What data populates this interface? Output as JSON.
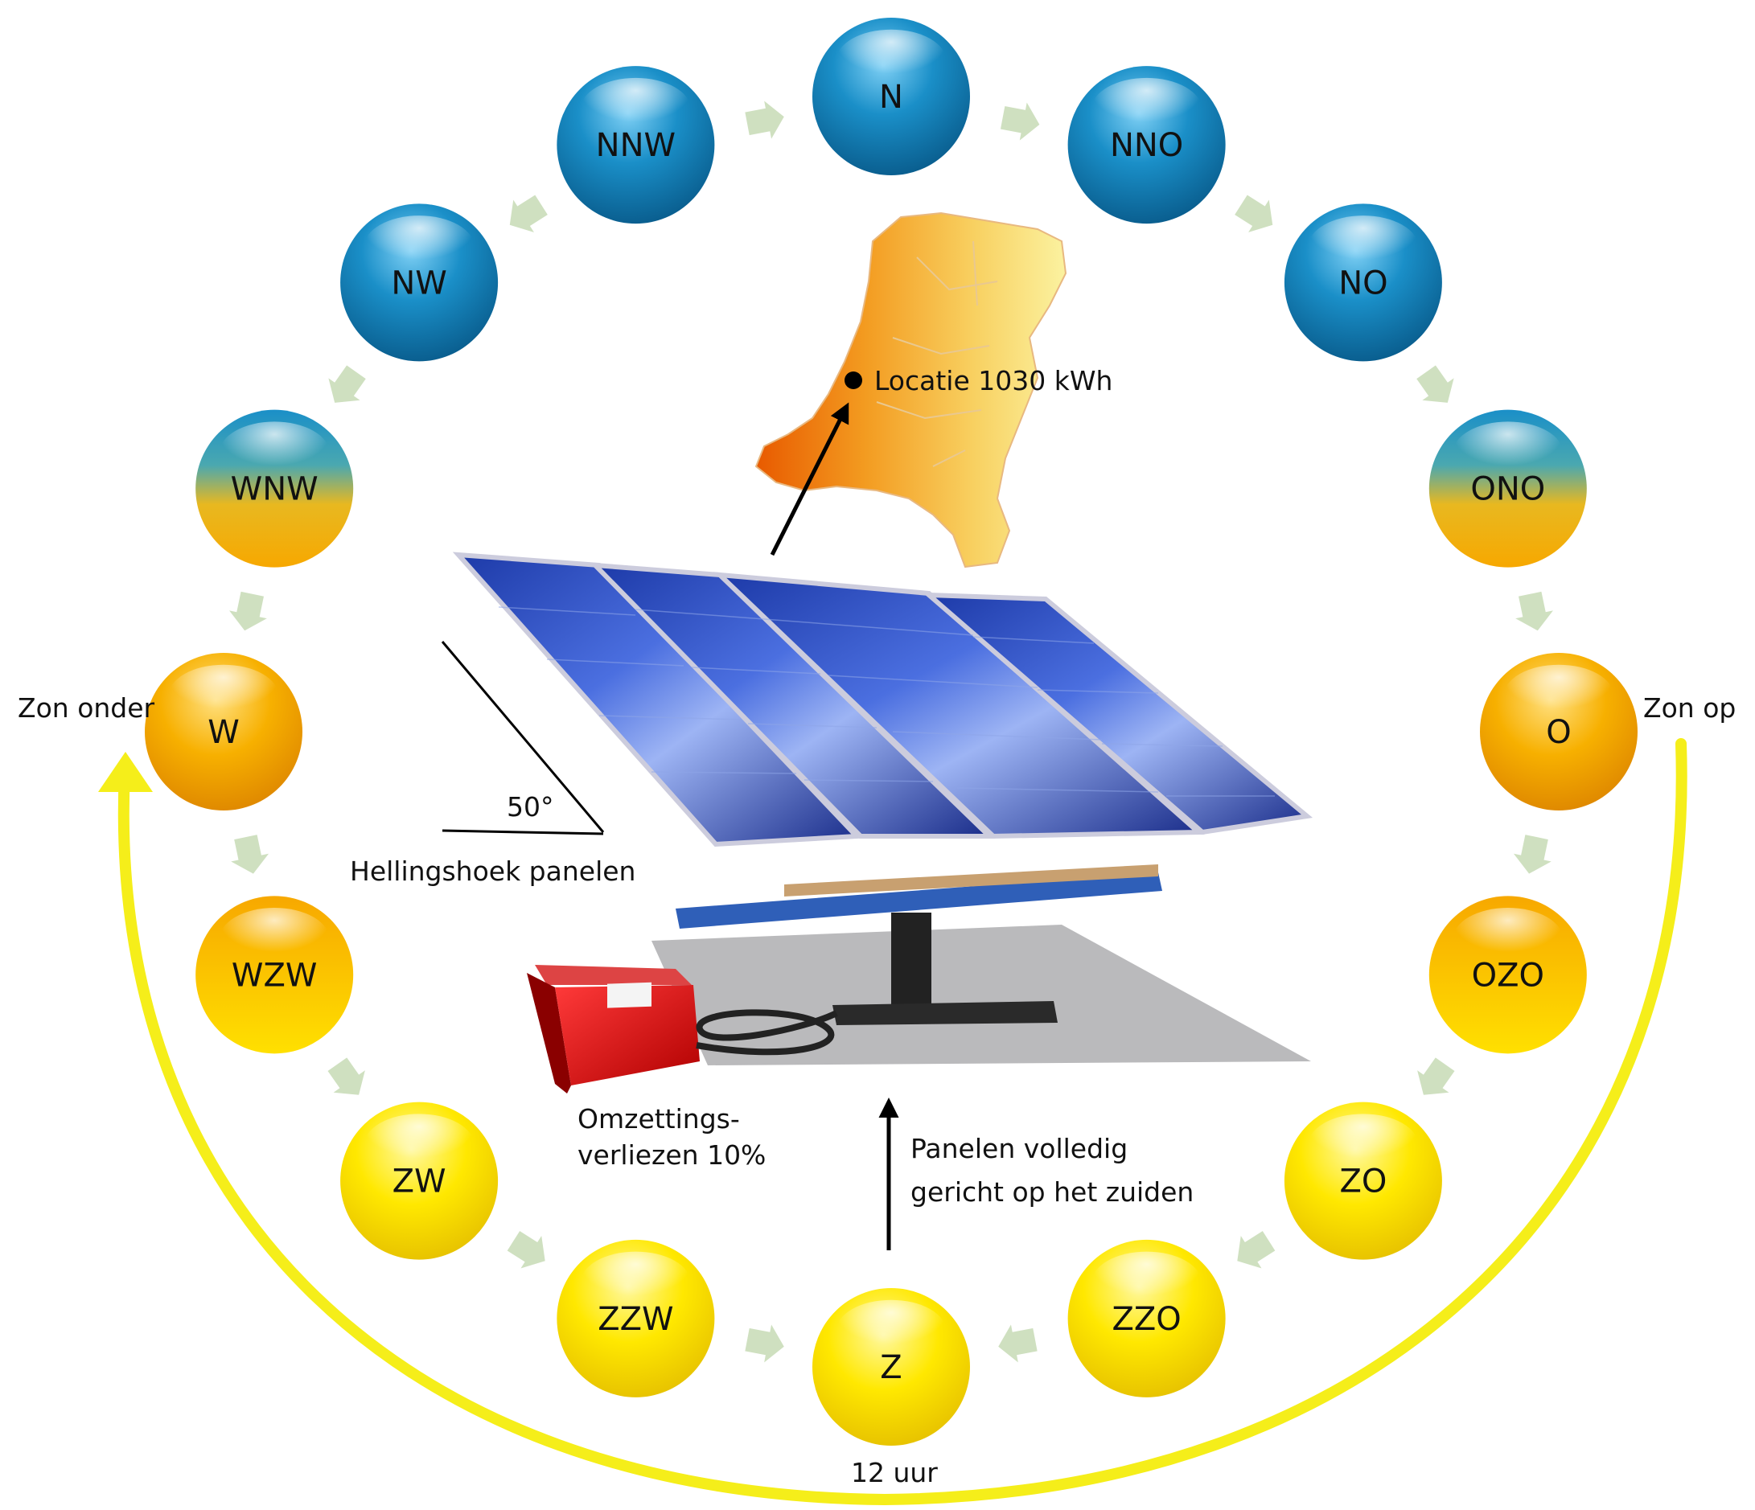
{
  "title": "",
  "directions": [
    {
      "label": "N",
      "color": "blue"
    },
    {
      "label": "NNO",
      "color": "blue"
    },
    {
      "label": "NO",
      "color": "blue"
    },
    {
      "label": "ONO",
      "color": "blue-orange"
    },
    {
      "label": "O",
      "color": "orange"
    },
    {
      "label": "OZO",
      "color": "orange-yellow"
    },
    {
      "label": "ZO",
      "color": "yellow"
    },
    {
      "label": "ZZO",
      "color": "yellow"
    },
    {
      "label": "Z",
      "color": "yellow"
    },
    {
      "label": "ZZW",
      "color": "yellow"
    },
    {
      "label": "ZW",
      "color": "yellow"
    },
    {
      "label": "WZW",
      "color": "orange-yellow"
    },
    {
      "label": "W",
      "color": "orange"
    },
    {
      "label": "WNW",
      "color": "blue-orange"
    },
    {
      "label": "NW",
      "color": "blue"
    },
    {
      "label": "NNW",
      "color": "blue"
    }
  ],
  "annotations": {
    "sun_rise": "Zon op",
    "sun_set": "Zon onder",
    "noon": "12 uur",
    "location": "Locatie 1030 kWh",
    "tilt_angle": "50°",
    "tilt_label": "Hellingshoek panelen",
    "losses_line1": "Omzettings-",
    "losses_line2": "verliezen 10%",
    "orientation_line1": "Panelen volledig",
    "orientation_line2": "gericht op het zuiden"
  },
  "colors": {
    "blue": "#1a8fc8",
    "orange": "#f7a800",
    "yellow": "#ffe500",
    "arc": "#f5ee1a",
    "arrow_chip": "#cfe0c0"
  }
}
